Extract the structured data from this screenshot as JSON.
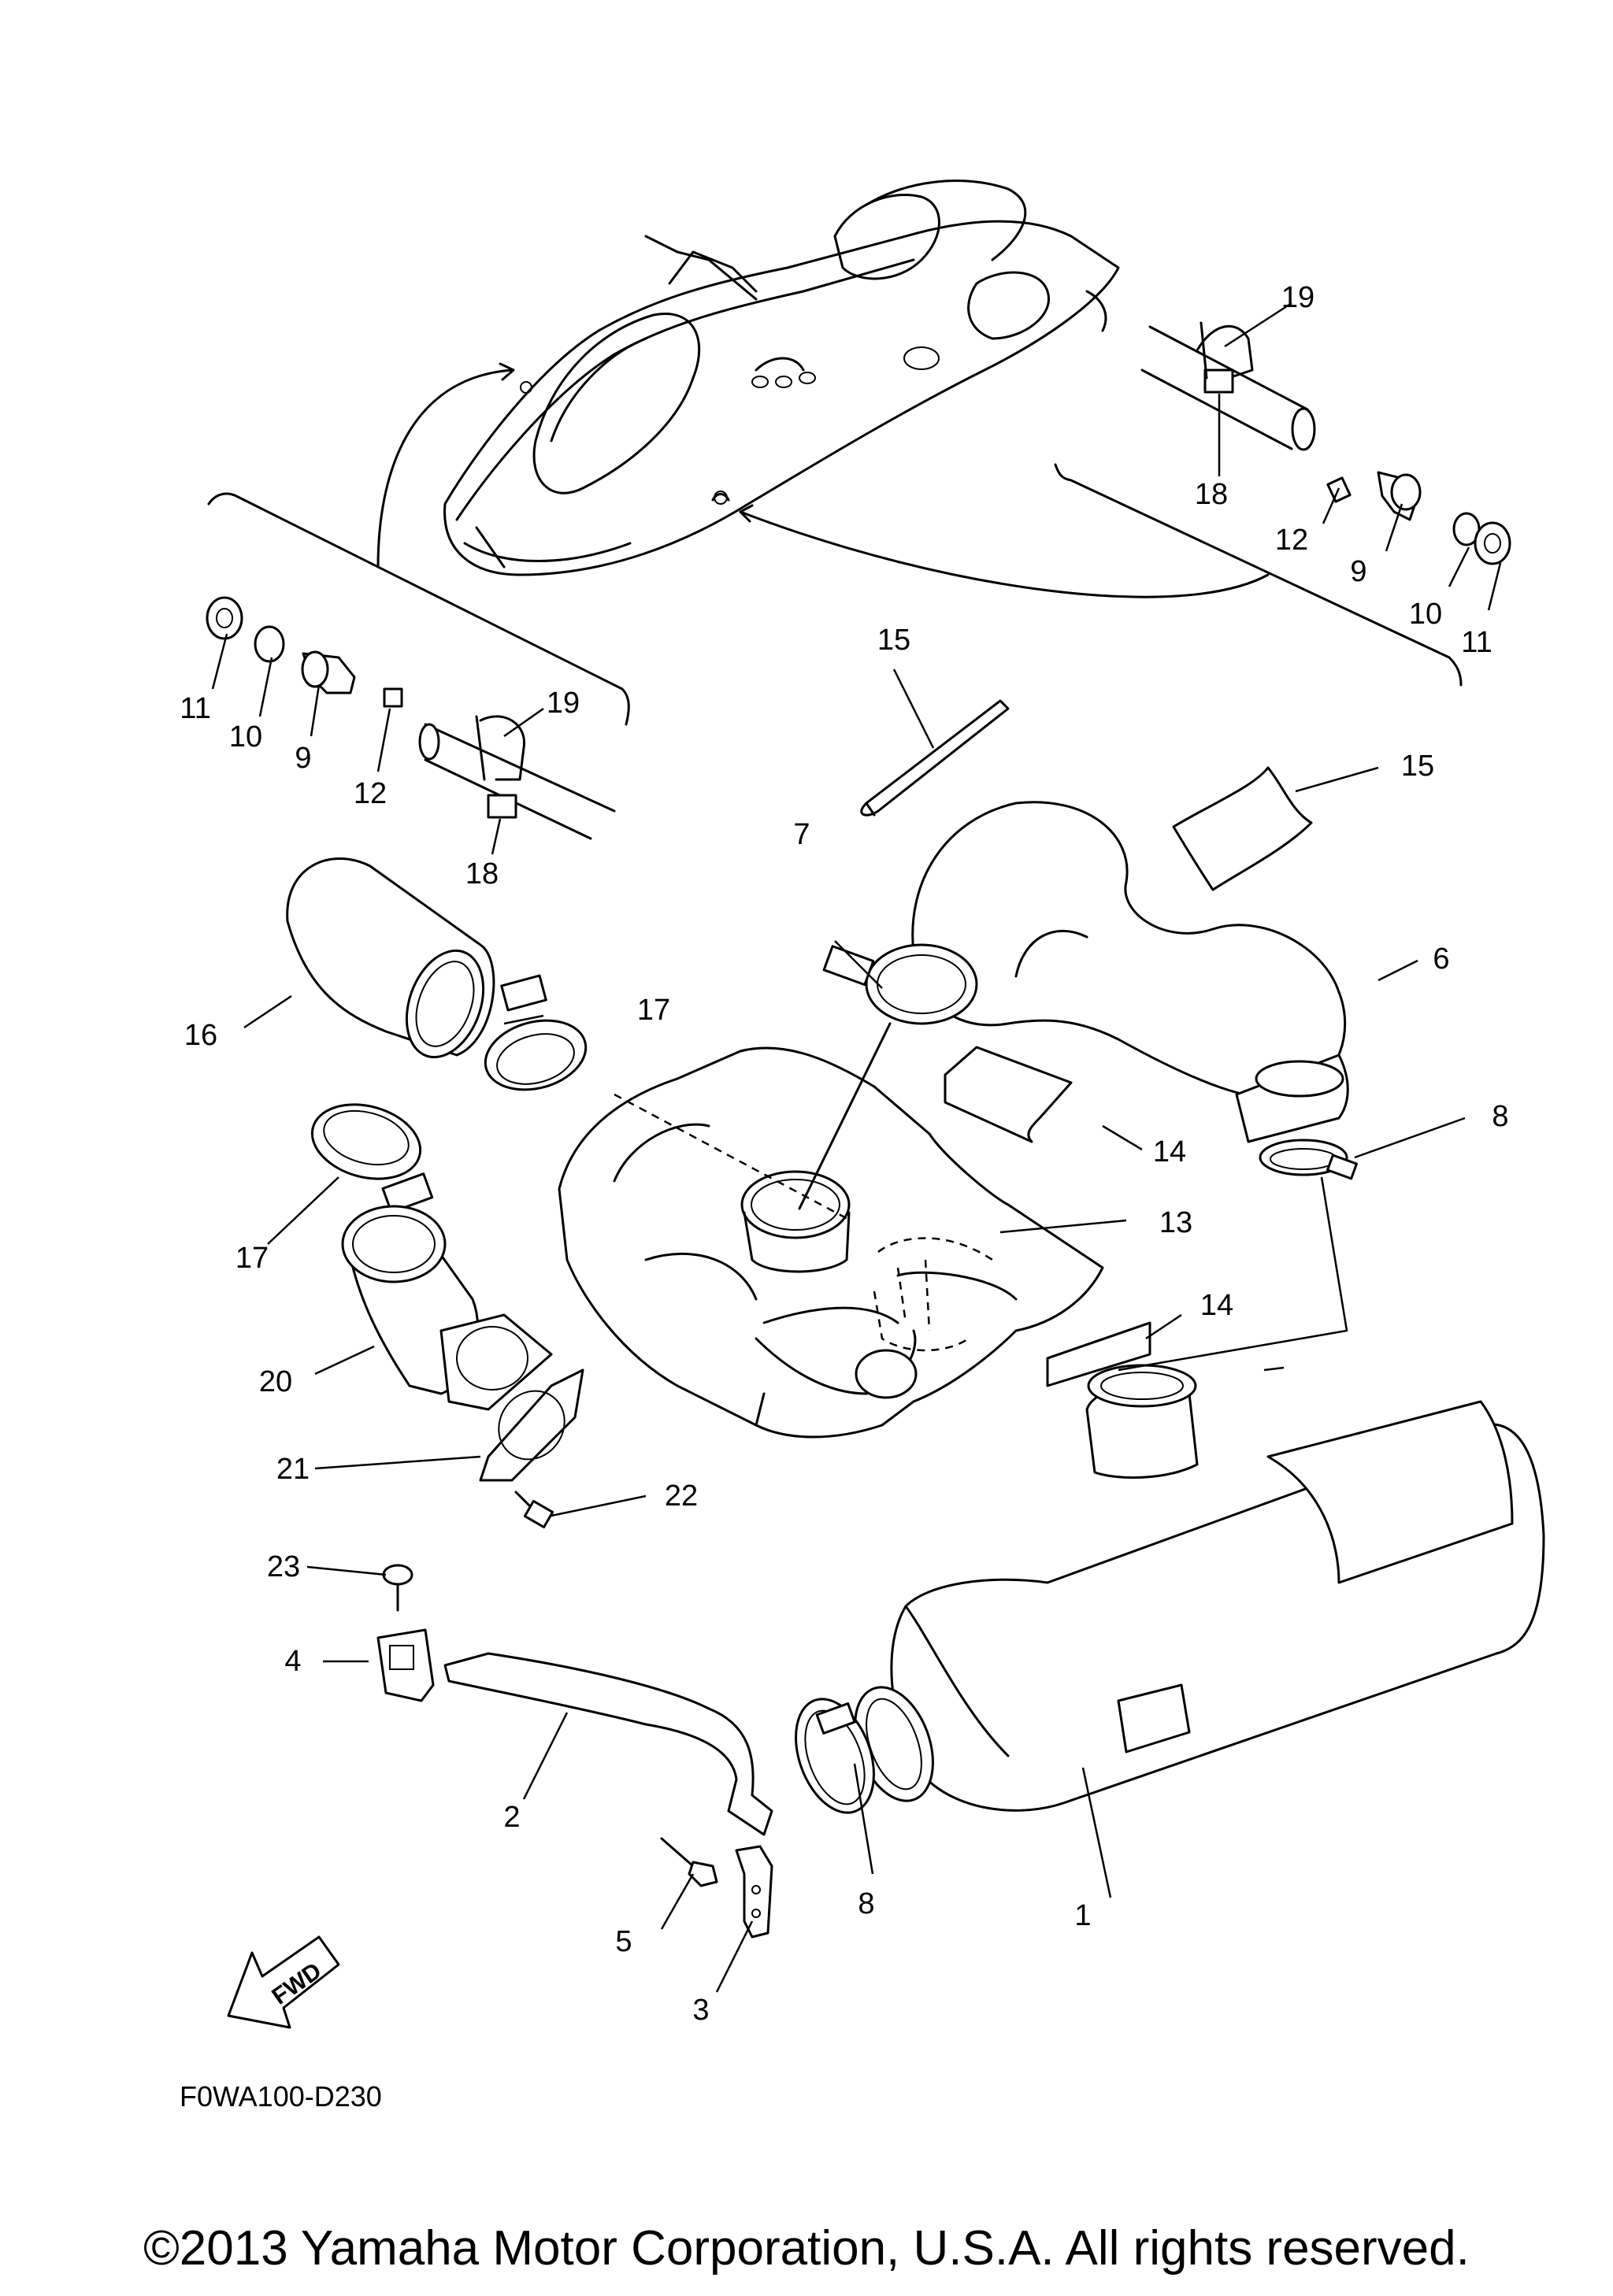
{
  "diagram": {
    "drawing_code": "F0WA100-D230",
    "fwd_label": "FWD",
    "copyright": "©2013 Yamaha Motor Corporation, U.S.A. All rights reserved.",
    "callouts": [
      "1",
      "2",
      "3",
      "4",
      "5",
      "6",
      "7",
      "8",
      "8",
      "9",
      "9",
      "10",
      "10",
      "11",
      "11",
      "12",
      "12",
      "13",
      "14",
      "14",
      "15",
      "15",
      "16",
      "17",
      "17",
      "18",
      "18",
      "19",
      "19",
      "20",
      "21",
      "22",
      "23"
    ]
  }
}
